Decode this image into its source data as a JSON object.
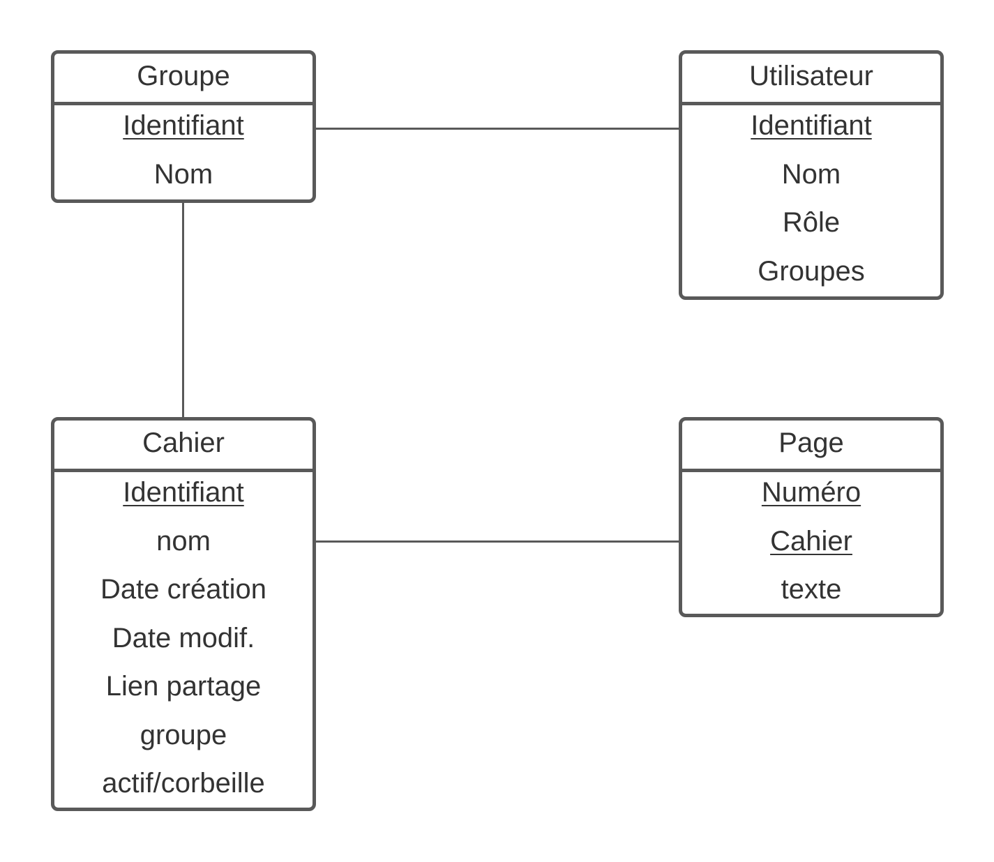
{
  "diagram": {
    "entities": {
      "groupe": {
        "title": "Groupe",
        "attributes": [
          {
            "name": "Identifiant",
            "key": true
          },
          {
            "name": "Nom",
            "key": false
          }
        ]
      },
      "utilisateur": {
        "title": "Utilisateur",
        "attributes": [
          {
            "name": "Identifiant",
            "key": true
          },
          {
            "name": "Nom",
            "key": false
          },
          {
            "name": "Rôle",
            "key": false
          },
          {
            "name": "Groupes",
            "key": false
          }
        ]
      },
      "cahier": {
        "title": "Cahier",
        "attributes": [
          {
            "name": "Identifiant",
            "key": true
          },
          {
            "name": "nom",
            "key": false
          },
          {
            "name": "Date création",
            "key": false
          },
          {
            "name": "Date modif.",
            "key": false
          },
          {
            "name": "Lien partage",
            "key": false
          },
          {
            "name": "groupe",
            "key": false
          },
          {
            "name": "actif/corbeille",
            "key": false
          }
        ]
      },
      "page": {
        "title": "Page",
        "attributes": [
          {
            "name": "Numéro",
            "key": true
          },
          {
            "name": "Cahier",
            "key": true
          },
          {
            "name": "texte",
            "key": false
          }
        ]
      }
    },
    "relationships": [
      {
        "from": "Groupe",
        "to": "Utilisateur"
      },
      {
        "from": "Groupe",
        "to": "Cahier"
      },
      {
        "from": "Cahier",
        "to": "Page"
      }
    ],
    "colors": {
      "border": "#595959",
      "text": "#333333",
      "background": "#ffffff"
    }
  }
}
